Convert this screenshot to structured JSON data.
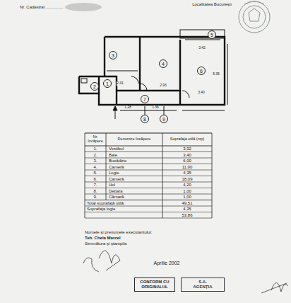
{
  "diagram": {
    "nodes": [
      {
        "text": [
          "3"
        ]
      },
      {
        "text": [
          "4"
        ]
      },
      {
        "text": [
          "5"
        ]
      },
      {
        "text": [
          "6"
        ]
      },
      {
        "text": [
          "2"
        ]
      },
      {
        "text": [
          "1"
        ]
      },
      {
        "text": [
          "7"
        ]
      },
      {
        "text": [
          "8"
        ]
      },
      {
        "text": [
          "9"
        ]
      },
      {
        "text": [
          "CONFORM CU ORIGINALUL"
        ]
      },
      {
        "text": [
          "S.A.",
          "AGENŢIA"
        ]
      }
    ],
    "labels": [
      "Nr. Cadastral ...............",
      "Localitatea Bucureşti",
      "3.40",
      "5.35",
      "2.93",
      "3.42",
      "1.36",
      "1.28",
      "2.41",
      "Nr. încăpere",
      "Denumire încăpere",
      "Suprafaţa utilă (mp)",
      "1.",
      "Vestibul",
      "3,92",
      "2.",
      "Baie",
      "3,40",
      "3.",
      "Bucătărie",
      "6,00",
      "4.",
      "Cameră",
      "11,90",
      "5.",
      "Logie",
      "4,35",
      "6.",
      "Cameră",
      "18,09",
      "7.",
      "Hol",
      "4,20",
      "8.",
      "Debara",
      "1,00",
      "9.",
      "Cămară",
      "1,00",
      "Total suprafaţă utilă",
      "49,51",
      "Suprafaţa logie",
      "4,35",
      "53,86",
      "Numele şi prenumele executantului:",
      "Teh. Chela Marcel",
      "Semnătura şi ştampila",
      "Aprilie 2002"
    ]
  }
}
